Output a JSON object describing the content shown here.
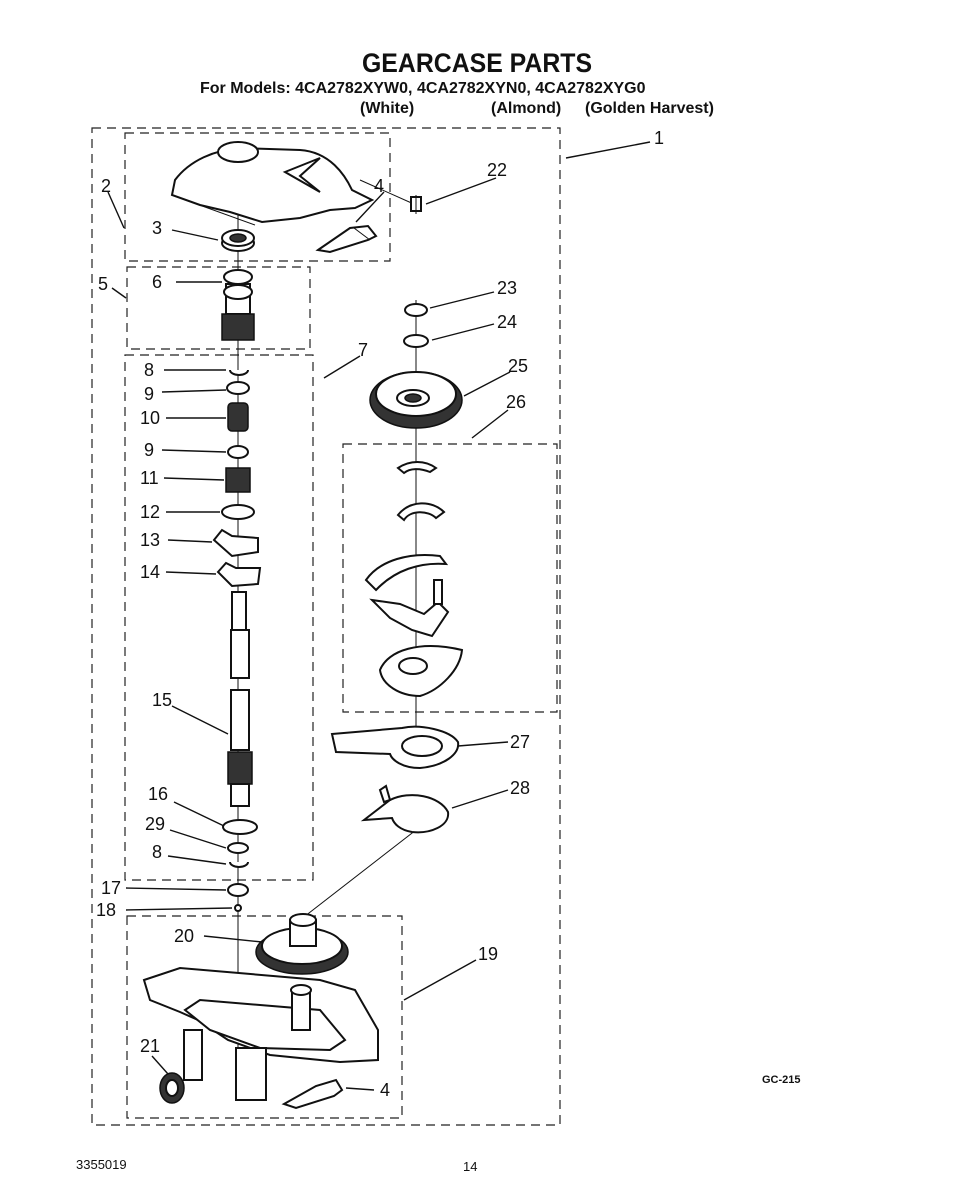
{
  "header": {
    "title": "GEARCASE PARTS",
    "models_line": "For Models: 4CA2782XYW0, 4CA2782XYN0, 4CA2782XYG0",
    "color_white": "(White)",
    "color_almond": "(Almond)",
    "color_golden": "(Golden Harvest)"
  },
  "callouts": {
    "c1": "1",
    "c2": "2",
    "c3": "3",
    "c4a": "4",
    "c4b": "4",
    "c5": "5",
    "c6": "6",
    "c7": "7",
    "c8a": "8",
    "c8b": "8",
    "c9a": "9",
    "c9b": "9",
    "c10": "10",
    "c11": "11",
    "c12": "12",
    "c13": "13",
    "c14": "14",
    "c15": "15",
    "c16": "16",
    "c17": "17",
    "c18": "18",
    "c19": "19",
    "c20": "20",
    "c21": "21",
    "c22": "22",
    "c23": "23",
    "c24": "24",
    "c25": "25",
    "c26": "26",
    "c27": "27",
    "c28": "28",
    "c29": "29"
  },
  "footer": {
    "doc_number": "3355019",
    "page_number": "14",
    "figure_code": "GC-215"
  }
}
